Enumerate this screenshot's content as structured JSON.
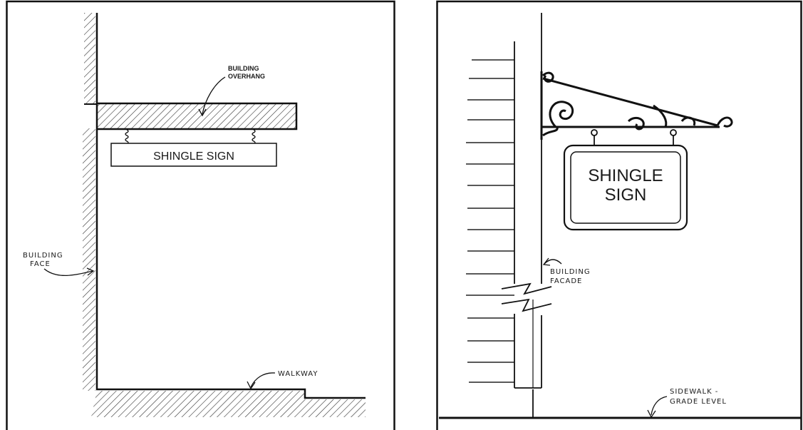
{
  "left_diagram": {
    "overhang_label_line1": "BUILDING",
    "overhang_label_line2": "OVERHANG",
    "sign_label": "SHINGLE SIGN",
    "face_label_line1": "BUILDING",
    "face_label_line2": "FACE",
    "walkway_label": "WALKWAY"
  },
  "right_diagram": {
    "sign_label_line1": "SHINGLE",
    "sign_label_line2": "SIGN",
    "facade_label_line1": "BUILDING",
    "facade_label_line2": "FACADE",
    "sidewalk_label_line1": "SIDEWALK -",
    "sidewalk_label_line2": "GRADE LEVEL"
  }
}
